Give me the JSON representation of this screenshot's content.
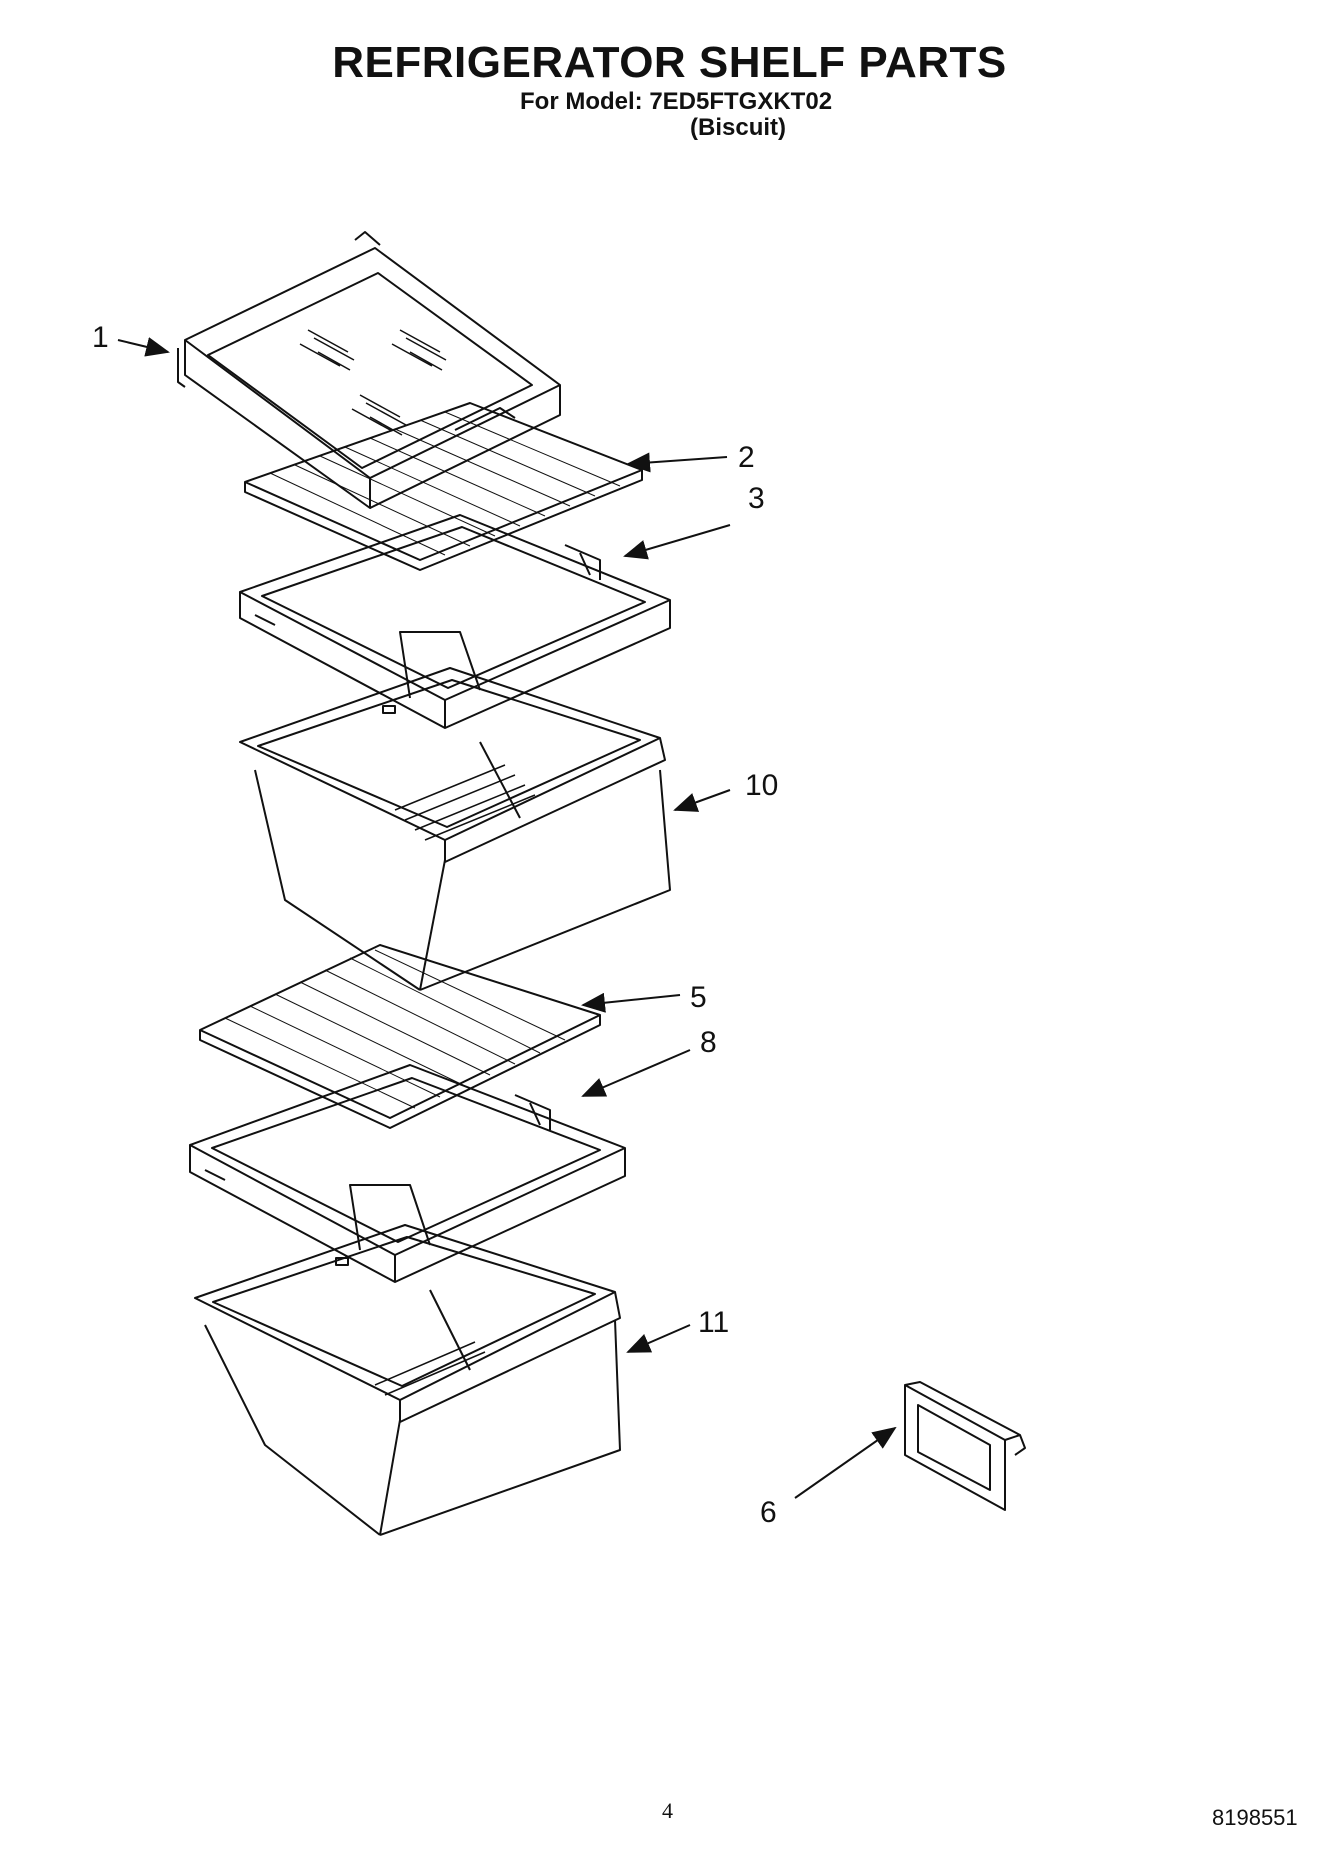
{
  "header": {
    "title": "REFRIGERATOR SHELF PARTS",
    "model_line": "For Model: 7ED5FTGXKT02",
    "color_line": "(Biscuit)"
  },
  "callouts": [
    {
      "id": "1",
      "label": "1"
    },
    {
      "id": "2",
      "label": "2"
    },
    {
      "id": "3",
      "label": "3"
    },
    {
      "id": "10",
      "label": "10"
    },
    {
      "id": "5",
      "label": "5"
    },
    {
      "id": "8",
      "label": "8"
    },
    {
      "id": "11",
      "label": "11"
    },
    {
      "id": "6",
      "label": "6"
    }
  ],
  "footer": {
    "page_number": "4",
    "document_number": "8198551"
  }
}
